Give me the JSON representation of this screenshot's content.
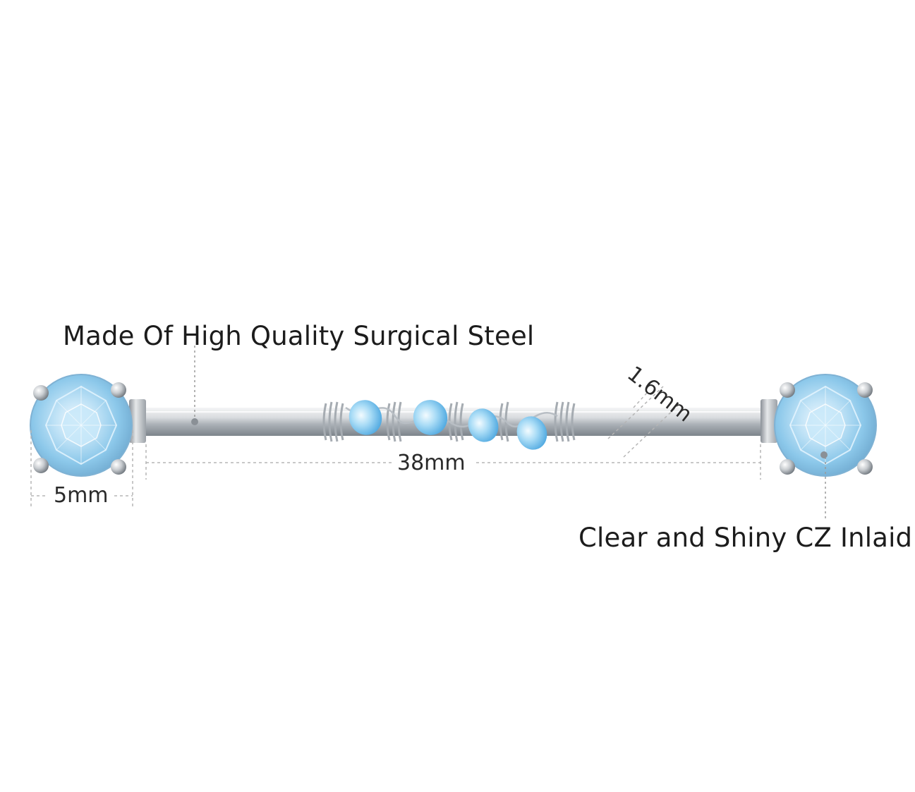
{
  "callouts": {
    "material": "Made Of High Quality Surgical Steel",
    "stone": "Clear and Shiny CZ Inlaid"
  },
  "dimensions": {
    "length": "38mm",
    "ball_diameter": "5mm",
    "gauge": "1.6mm"
  },
  "colors": {
    "steel": "#c9ccd0",
    "gem": "#a9d6f0",
    "bead": "#7cc3ec",
    "dashes": "#b5b5b5",
    "text": "#1c1c1c"
  }
}
